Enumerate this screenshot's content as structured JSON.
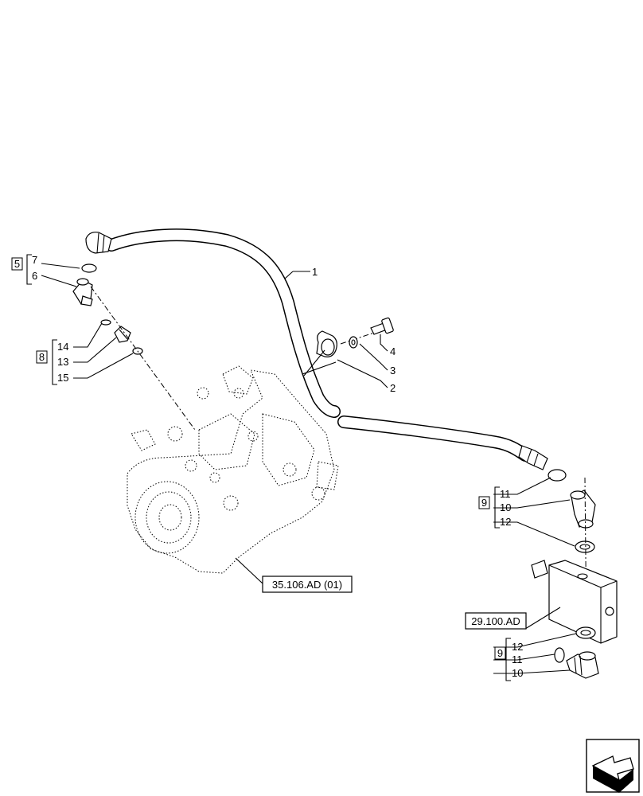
{
  "callouts": {
    "c1": "1",
    "c2": "2",
    "c3": "3",
    "c4": "4",
    "c5": "5",
    "c6": "6",
    "c7": "7",
    "c8": "8",
    "c10a": "10",
    "c10b": "10",
    "c11a": "11",
    "c11b": "11",
    "c12a": "12",
    "c12b": "12",
    "c13": "13",
    "c14": "14",
    "c15": "15"
  },
  "group_boxes": {
    "g5": "5",
    "g8": "8",
    "g9a": "9",
    "g9b": "9"
  },
  "references": {
    "pump_ref": "35.106.AD (01)",
    "valve_ref": "29.100.AD"
  },
  "nav": {
    "icon": "next-page-arrow-icon"
  }
}
